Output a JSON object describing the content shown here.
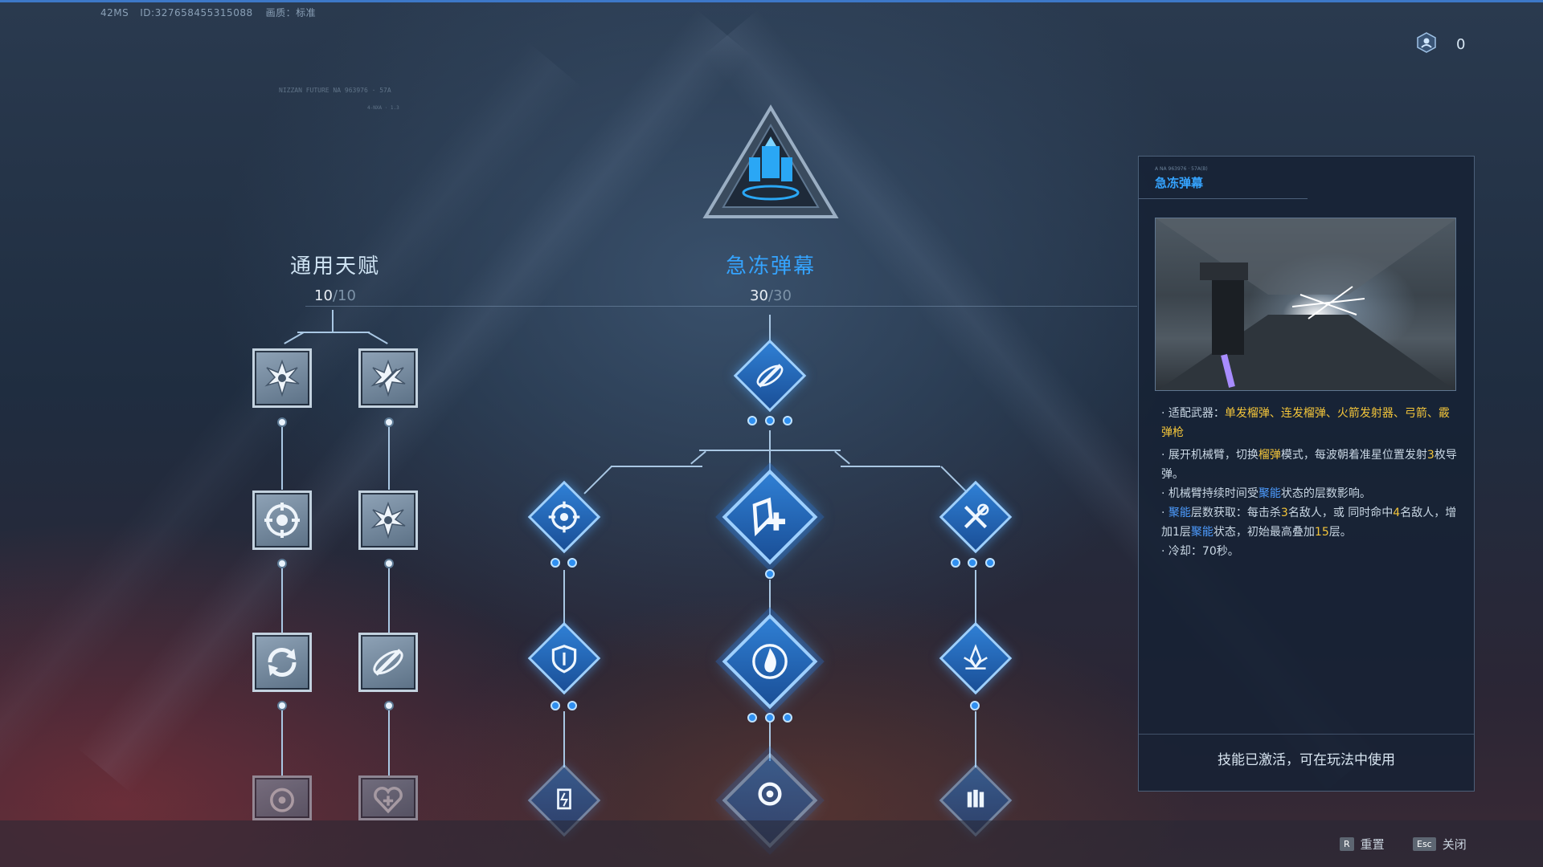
{
  "hud": {
    "ping": "42MS",
    "id": "ID:327658455315088",
    "quality": "画质：标准"
  },
  "currency": {
    "value": "0",
    "icon": "talent-point-icon"
  },
  "background_text": {
    "upper_left_code": "NIZZAN FUTURE NA 963976 · 57A",
    "upper_left_small": "4-NXA · 1.3"
  },
  "trees": {
    "general": {
      "title": "通用天赋",
      "progress_current": "10",
      "progress_sep": "/",
      "progress_max": "10"
    },
    "skill": {
      "title": "急冻弹幕",
      "progress_current": "30",
      "progress_sep": "/",
      "progress_max": "30"
    }
  },
  "detail_panel": {
    "tag": "A NA 963976 · 57A(B)",
    "title": "急冻弹幕",
    "weapons_label": "适配武器：",
    "weapons_value": "单发榴弹、连发榴弹、火箭发射器、弓箭、霰弹枪",
    "line2_a": "展开机械臂，切换",
    "line2_b": "榴弹",
    "line2_c": "模式，每波朝着准星位置发射",
    "line2_d": "3",
    "line2_e": "枚导弹。",
    "line3_a": "机械臂持续时间受",
    "line3_b": "聚能",
    "line3_c": "状态的层数影响。",
    "line4_a": "聚能",
    "line4_b": "层数获取：每击杀",
    "line4_c": "3",
    "line4_d": "名敌人，或 同时命中",
    "line4_e": "4",
    "line4_f": "名敌人，增加1层",
    "line4_g": "聚能",
    "line4_h": "状态，初始最高叠加",
    "line4_i": "15",
    "line4_j": "层。",
    "line5": "冷却：70秒。",
    "status": "技能已激活，可在玩法中使用"
  },
  "keys": {
    "reset_key": "R",
    "reset_label": "重置",
    "close_key": "Esc",
    "close_label": "关闭"
  },
  "colors": {
    "accent_blue": "#35a4ff",
    "highlight_yellow": "#f3c53a",
    "keyword_blue": "#4d9cff"
  }
}
